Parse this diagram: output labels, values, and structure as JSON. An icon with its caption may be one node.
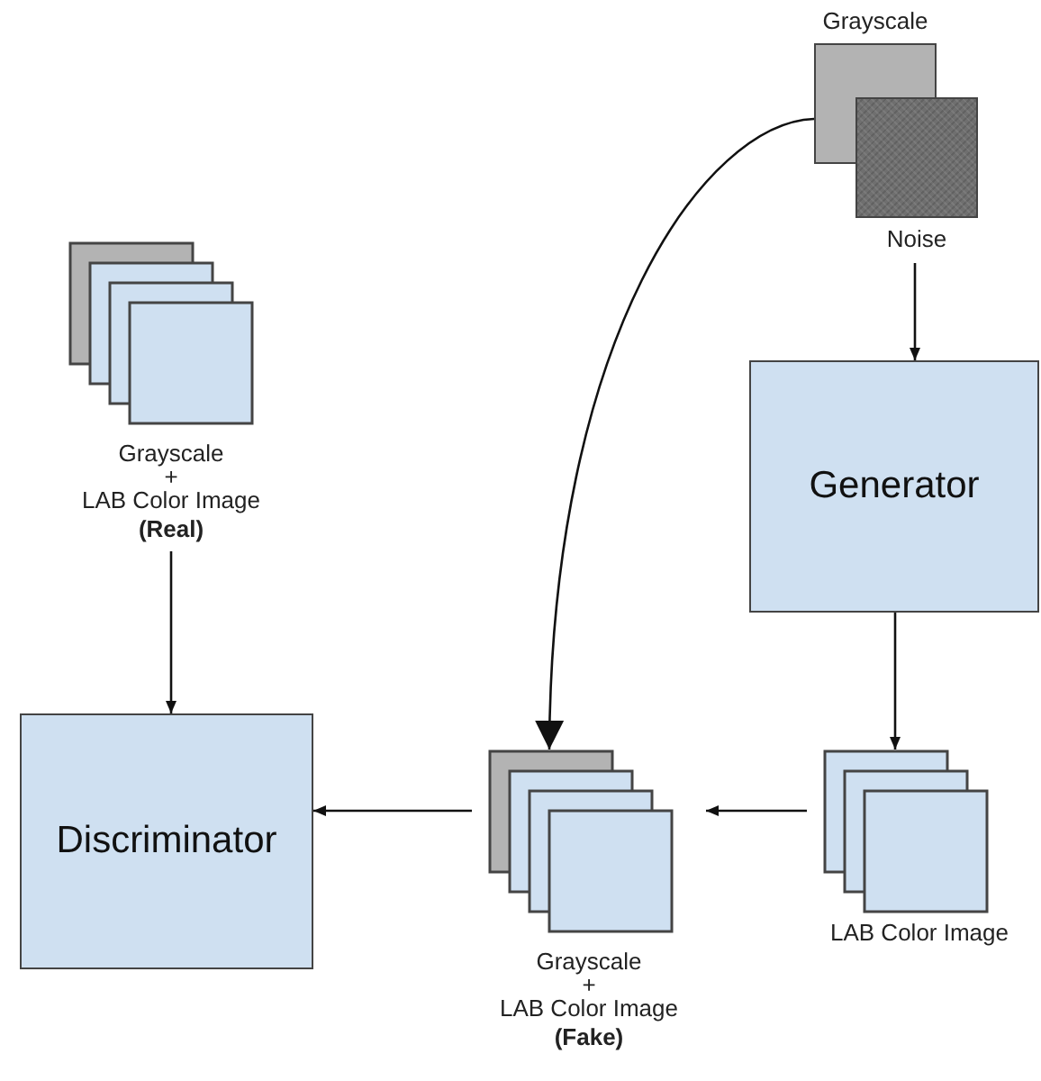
{
  "diagram": {
    "nodes": [
      {
        "text": [
          "Grayscale"
        ]
      },
      {
        "text": [
          "Noise"
        ]
      },
      {
        "text": [
          "Grayscale",
          "+",
          "LAB Color Image",
          "(Real)"
        ]
      },
      {
        "text": [
          "Generator"
        ]
      },
      {
        "text": [
          "LAB Color Image"
        ]
      },
      {
        "text": [
          "Grayscale",
          "+",
          "LAB Color Image",
          "(Fake)"
        ]
      },
      {
        "text": [
          "Discriminator"
        ]
      }
    ],
    "edges": [
      {
        "from": 1,
        "to": 3,
        "arrow": "to"
      },
      {
        "from": 0,
        "to": 5,
        "arrow": "to"
      },
      {
        "from": 3,
        "to": 4,
        "arrow": "to"
      },
      {
        "from": 4,
        "to": 5,
        "arrow": "to"
      },
      {
        "from": 5,
        "to": 6,
        "arrow": "to"
      },
      {
        "from": 2,
        "to": 6,
        "arrow": "to"
      }
    ]
  }
}
